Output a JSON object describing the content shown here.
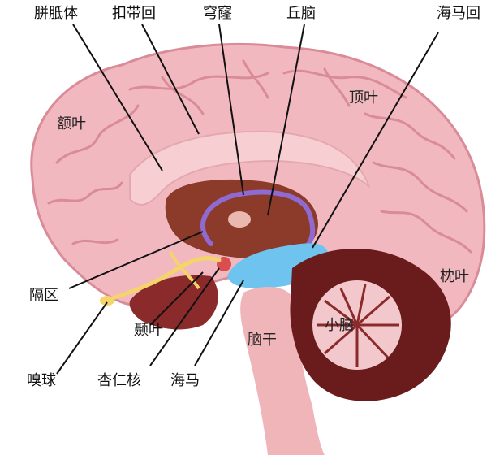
{
  "labels": {
    "corpus_callosum": "胼胝体",
    "cingulate_gyrus": "扣带回",
    "fornix": "穹窿",
    "thalamus": "丘脑",
    "hippocampal_gyrus": "海马回",
    "frontal_lobe": "额叶",
    "parietal_lobe": "顶叶",
    "occipital_lobe": "枕叶",
    "septal_area": "隔区",
    "temporal_lobe": "颞叶",
    "brainstem": "脑干",
    "cerebellum": "小脑",
    "olfactory_bulb": "嗅球",
    "amygdala": "杏仁核",
    "hippocampus": "海马"
  },
  "watermark": "",
  "colors": {
    "cortex": "#f2b8bf",
    "cortex_dark": "#d98c98",
    "corpus_callosum": "#f7cfd2",
    "thalamus": "#8c3a2a",
    "fornix": "#8f6ad0",
    "hippocampus": "#6ec4ee",
    "cerebellum": "#6a1c1c",
    "brainstem": "#f0b5b8",
    "olfactory": "#f5d46a",
    "leader_line": "#111111"
  }
}
